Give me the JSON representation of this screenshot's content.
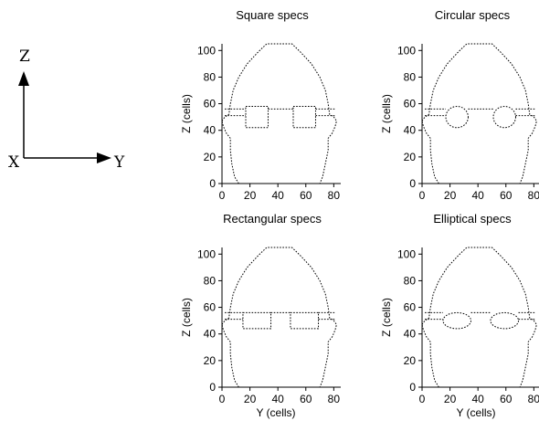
{
  "coordinate_axes": {
    "vertical": "Z",
    "horizontal": "Y",
    "origin": "X"
  },
  "panels": [
    {
      "title": "Square specs",
      "spec_shape": "square",
      "xlabel": "",
      "ylabel": "Z (cells)"
    },
    {
      "title": "Circular specs",
      "spec_shape": "circle",
      "xlabel": "",
      "ylabel": "Z (cells)"
    },
    {
      "title": "Rectangular specs",
      "spec_shape": "rectangle",
      "xlabel": "Y (cells)",
      "ylabel": "Z (cells)"
    },
    {
      "title": "Elliptical specs",
      "spec_shape": "ellipse",
      "xlabel": "Y (cells)",
      "ylabel": "Z (cells)"
    }
  ],
  "chart_data": {
    "type": "diagram",
    "xlim": [
      0,
      85
    ],
    "ylim": [
      0,
      105
    ],
    "xticks": [
      "0",
      "20",
      "40",
      "60",
      "80"
    ],
    "yticks": [
      "0",
      "20",
      "40",
      "60",
      "80",
      "100"
    ],
    "head_outline": [
      [
        0,
        47
      ],
      [
        2,
        50
      ],
      [
        5,
        52
      ],
      [
        6,
        60
      ],
      [
        8,
        70
      ],
      [
        12,
        80
      ],
      [
        18,
        90
      ],
      [
        26,
        99
      ],
      [
        32,
        105
      ],
      [
        50,
        105
      ],
      [
        56,
        99
      ],
      [
        64,
        90
      ],
      [
        70,
        80
      ],
      [
        74,
        70
      ],
      [
        76,
        60
      ],
      [
        77,
        52
      ],
      [
        80,
        50
      ],
      [
        82,
        47
      ],
      [
        81,
        43
      ],
      [
        79,
        38
      ],
      [
        76,
        34
      ],
      [
        76,
        25
      ],
      [
        74,
        15
      ],
      [
        72,
        5
      ],
      [
        70,
        0
      ],
      [
        12,
        0
      ],
      [
        9,
        5
      ],
      [
        7,
        15
      ],
      [
        6,
        25
      ],
      [
        6,
        34
      ],
      [
        3,
        38
      ],
      [
        1,
        43
      ],
      [
        0,
        47
      ]
    ],
    "specs": {
      "square": {
        "bar_z": [
          51,
          56
        ],
        "lenses": [
          {
            "cx": 25,
            "cz": 50,
            "w": 16,
            "h": 16
          },
          {
            "cx": 59,
            "cz": 50,
            "w": 16,
            "h": 16
          }
        ]
      },
      "circle": {
        "bar_z": [
          51,
          56
        ],
        "lenses": [
          {
            "cx": 25,
            "cz": 50,
            "w": 16,
            "h": 16
          },
          {
            "cx": 59,
            "cz": 50,
            "w": 16,
            "h": 16
          }
        ]
      },
      "rectangle": {
        "bar_z": [
          51,
          56
        ],
        "lenses": [
          {
            "cx": 25,
            "cz": 50,
            "w": 20,
            "h": 12
          },
          {
            "cx": 59,
            "cz": 50,
            "w": 20,
            "h": 12
          }
        ]
      },
      "ellipse": {
        "bar_z": [
          51,
          56
        ],
        "lenses": [
          {
            "cx": 25,
            "cz": 50,
            "w": 20,
            "h": 12
          },
          {
            "cx": 59,
            "cz": 50,
            "w": 20,
            "h": 12
          }
        ]
      }
    }
  }
}
